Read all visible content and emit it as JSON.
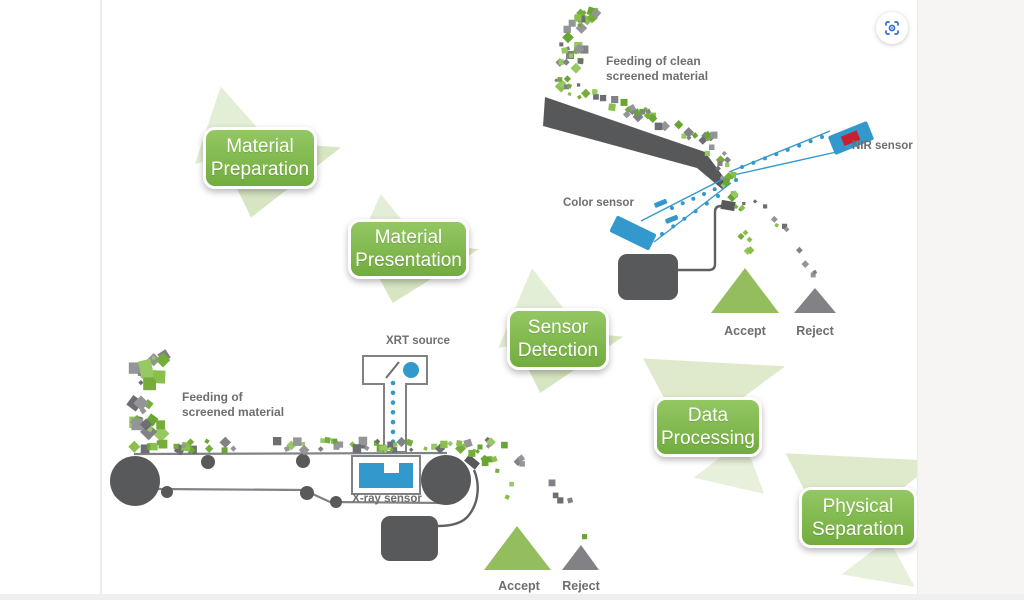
{
  "stages": [
    {
      "line1": "Material",
      "line2": "Preparation"
    },
    {
      "line1": "Material",
      "line2": "Presentation"
    },
    {
      "line1": "Sensor",
      "line2": "Detection"
    },
    {
      "line1": "Data",
      "line2": "Processing"
    },
    {
      "line1": "Physical",
      "line2": "Separation"
    }
  ],
  "chute_diagram": {
    "feed_label": {
      "line1": "Feeding of clean",
      "line2": "screened material"
    },
    "nir_sensor_label": "NIR sensor",
    "color_sensor_label": "Color sensor",
    "accept_label": "Accept",
    "reject_label": "Reject"
  },
  "belt_diagram": {
    "feed_label": {
      "line1": "Feeding of",
      "line2": "screened material"
    },
    "xrt_source_label": "XRT source",
    "xray_sensor_label": "X-ray sensor",
    "accept_label": "Accept",
    "reject_label": "Reject"
  },
  "colors": {
    "stage_green": "#79b244",
    "accent_blue": "#3399cc",
    "dark_gray": "#58595b",
    "mid_gray": "#808285",
    "text_gray": "#6d6e71",
    "accept_green": "#94bd5e",
    "reject_gray": "#808285",
    "nir_red": "#c8202f",
    "pale_green": "#dfeacd",
    "lens_blue": "#2a6bd4"
  }
}
